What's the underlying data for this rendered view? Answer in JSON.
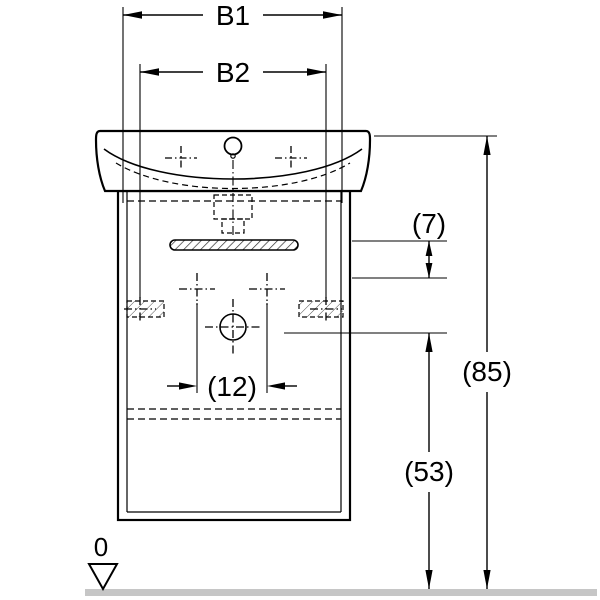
{
  "drawing": {
    "dimensions": {
      "b1": "B1",
      "b2": "B2",
      "depth_offset": "(7)",
      "total_height": "(85)",
      "lower_height": "(53)",
      "center_width": "(12)"
    },
    "datum": {
      "label": "0"
    },
    "colors": {
      "line": "#000000",
      "ground": "#c6c6c6",
      "background": "#ffffff"
    }
  }
}
